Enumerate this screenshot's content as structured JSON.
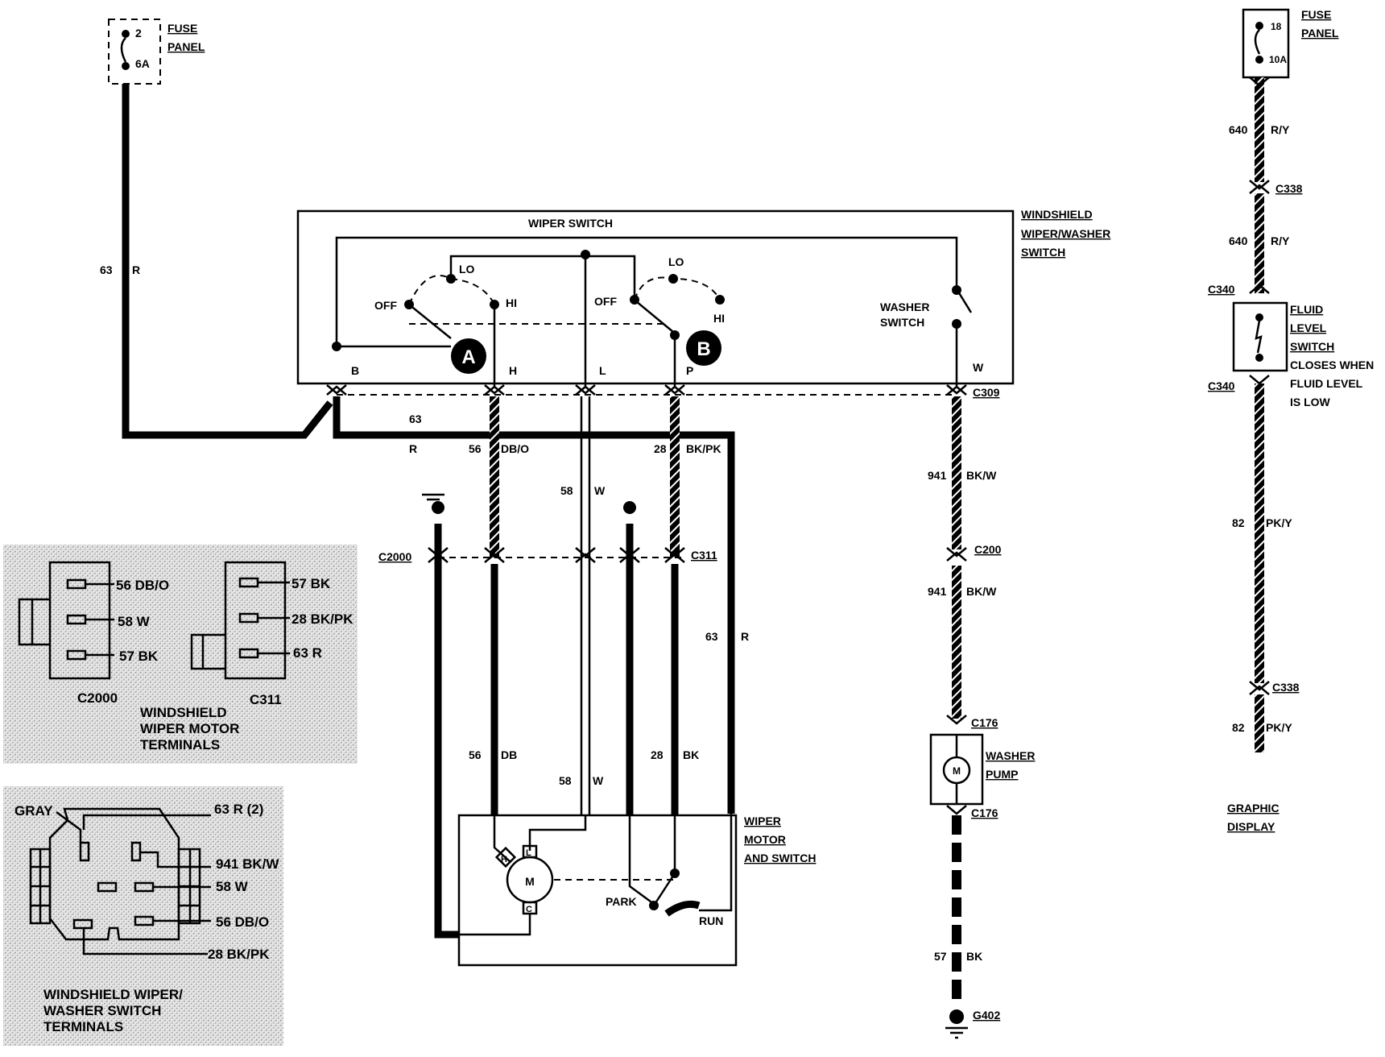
{
  "fuse_left": {
    "number": "2",
    "rating": "6A",
    "title_line1": "FUSE",
    "title_line2": "PANEL"
  },
  "fuse_right": {
    "number": "18",
    "rating": "10A",
    "title_line1": "FUSE",
    "title_line2": "PANEL"
  },
  "feed_wire": {
    "circuit": "63",
    "color": "R"
  },
  "switch_box": {
    "title": "WIPER SWITCH",
    "side_label": [
      "WINDSHIELD",
      "WIPER/WASHER",
      "SWITCH"
    ],
    "lo_a": "LO",
    "hi_a": "HI",
    "off_a": "OFF",
    "lo_b": "LO",
    "hi_b": "HI",
    "off_b": "OFF",
    "marker_a": "A",
    "marker_b": "B",
    "washer_label": [
      "WASHER",
      "SWITCH"
    ],
    "terminals": {
      "b": "B",
      "h": "H",
      "l": "L",
      "p": "P",
      "w": "W"
    }
  },
  "connectors": {
    "c309": "C309",
    "c311": "C311",
    "c2000": "C2000",
    "c200": "C200",
    "c176_top": "C176",
    "c176_bottom": "C176",
    "g402": "G402",
    "c338_top": "C338",
    "c338_bottom": "C338",
    "c340_top": "C340",
    "c340_bottom": "C340"
  },
  "wires": {
    "w63_horiz": {
      "circuit": "63",
      "color": "R"
    },
    "w56_top": {
      "circuit": "56",
      "color": "DB/O"
    },
    "w58_top": {
      "circuit": "58",
      "color": "W"
    },
    "w28_top": {
      "circuit": "28",
      "color": "BK/PK"
    },
    "w63_right": {
      "circuit": "63",
      "color": "R"
    },
    "w56_bottom": {
      "circuit": "56",
      "color": "DB"
    },
    "w58_bottom": {
      "circuit": "58",
      "color": "W"
    },
    "w28_bottom": {
      "circuit": "28",
      "color": "BK"
    },
    "w941_top": {
      "circuit": "941",
      "color": "BK/W"
    },
    "w941_bottom": {
      "circuit": "941",
      "color": "BK/W"
    },
    "w57": {
      "circuit": "57",
      "color": "BK"
    },
    "w640_top": {
      "circuit": "640",
      "color": "R/Y"
    },
    "w640_bottom": {
      "circuit": "640",
      "color": "R/Y"
    },
    "w82_top": {
      "circuit": "82",
      "color": "PK/Y"
    },
    "w82_bottom": {
      "circuit": "82",
      "color": "PK/Y"
    }
  },
  "motor_box": {
    "label": [
      "WIPER",
      "MOTOR",
      "AND SWITCH"
    ],
    "motor_letter": "M",
    "terminal_h": "H",
    "terminal_l": "L",
    "terminal_c": "C",
    "park": "PARK",
    "run": "RUN"
  },
  "washer_pump": {
    "label": [
      "WASHER",
      "PUMP"
    ],
    "motor_letter": "M"
  },
  "fluid_switch": {
    "label": [
      "FLUID",
      "LEVEL",
      "SWITCH"
    ],
    "note": [
      "CLOSES WHEN",
      "FLUID LEVEL",
      "IS LOW"
    ]
  },
  "graphic_display": [
    "GRAPHIC",
    "DISPLAY"
  ],
  "motor_terminals_panel": {
    "c2000_pins": [
      "56 DB/O",
      "58 W",
      "57 BK"
    ],
    "c311_pins": [
      "57 BK",
      "28 BK/PK",
      "63 R"
    ],
    "c2000_name": "C2000",
    "c311_name": "C311",
    "caption": [
      "WINDSHIELD",
      "WIPER MOTOR",
      "TERMINALS"
    ]
  },
  "switch_terminals_panel": {
    "gray": "GRAY",
    "pins": [
      "63 R (2)",
      "941 BK/W",
      "58 W",
      "56 DB/O",
      "28 BK/PK"
    ],
    "caption": [
      "WINDSHIELD WIPER/",
      "WASHER SWITCH",
      "TERMINALS"
    ]
  }
}
